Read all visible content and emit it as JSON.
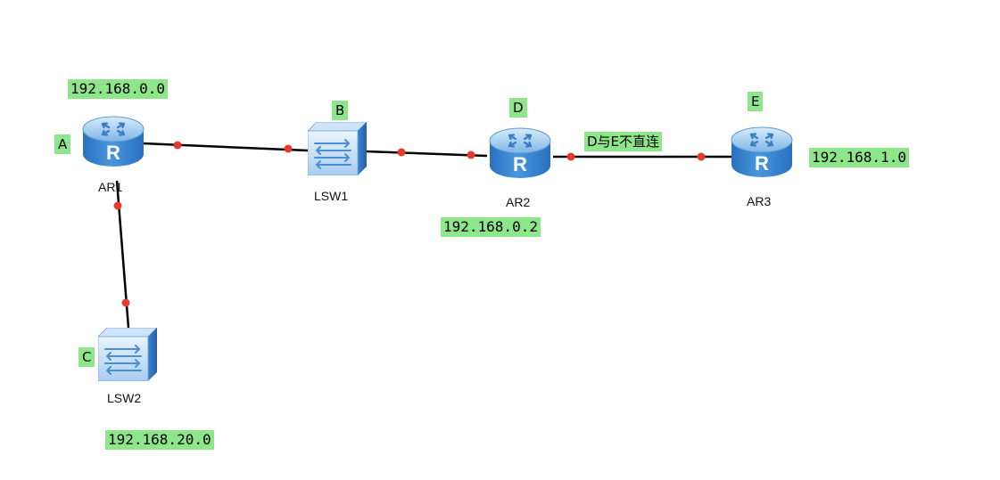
{
  "devices": [
    {
      "id": "ar1",
      "type": "router",
      "label": "AR1",
      "tag": "A"
    },
    {
      "id": "lsw1",
      "type": "switch",
      "label": "LSW1",
      "tag": "B"
    },
    {
      "id": "lsw2",
      "type": "switch",
      "label": "LSW2",
      "tag": "C"
    },
    {
      "id": "ar2",
      "type": "router",
      "label": "AR2",
      "tag": "D"
    },
    {
      "id": "ar3",
      "type": "router",
      "label": "AR3",
      "tag": "E"
    }
  ],
  "links": [
    {
      "from": "ar1",
      "to": "lsw1"
    },
    {
      "from": "lsw1",
      "to": "ar2"
    },
    {
      "from": "ar2",
      "to": "ar3"
    },
    {
      "from": "ar1",
      "to": "lsw2"
    }
  ],
  "networks": {
    "ar1": "192.168.0.0",
    "ar2": "192.168.0.2",
    "ar3": "192.168.1.0",
    "lsw2": "192.168.20.0"
  },
  "notes": {
    "d_e_link": "D与E不直连"
  },
  "colors": {
    "tag_background": "#8ee68a",
    "link": "#000000",
    "port_dot": "#e8392c",
    "router_body": "#3a86d4",
    "switch_body": "#5ea0e0"
  },
  "icons": {
    "router": "router-icon",
    "switch": "switch-icon"
  }
}
